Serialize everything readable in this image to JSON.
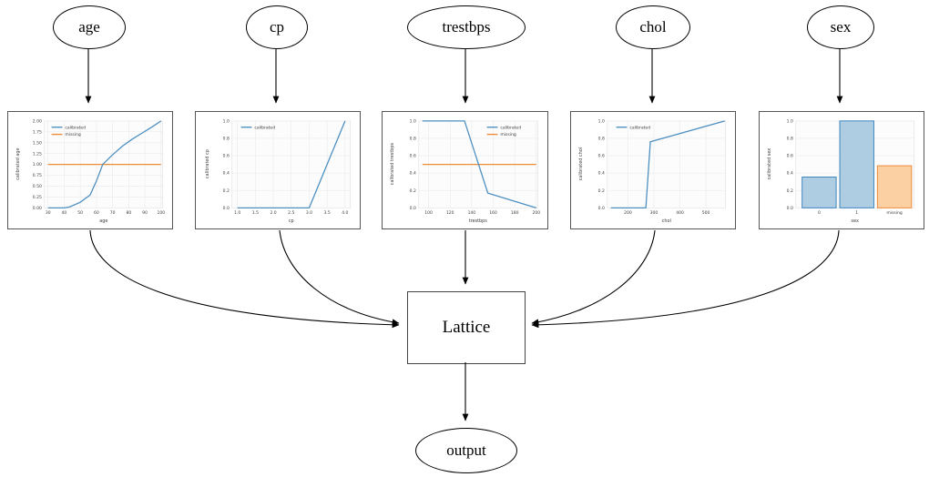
{
  "graph": {
    "feature_nodes": [
      {
        "id": "age",
        "label": "age"
      },
      {
        "id": "cp",
        "label": "cp"
      },
      {
        "id": "trestbps",
        "label": "trestbps"
      },
      {
        "id": "chol",
        "label": "chol"
      },
      {
        "id": "sex",
        "label": "sex"
      }
    ],
    "lattice_label": "Lattice",
    "output_label": "output"
  },
  "colors": {
    "calibrated": "#4c8fc0",
    "missing": "#ef8a37",
    "bar_blue_fill": "#aecde3",
    "bar_blue_edge": "#3c84bc",
    "bar_orange_fill": "#fbd0a2",
    "bar_orange_edge": "#ed8a3b",
    "axis_text": "#3b3b3b",
    "grid": "#e9eaec",
    "node_stroke": "#000000",
    "box_stroke": "#555555"
  },
  "legend": {
    "calibrated": "calibrated",
    "missing": "missing"
  },
  "chart_data": [
    {
      "type": "line",
      "id": "age",
      "xlabel": "age",
      "ylabel": "calibrated age",
      "xlim": [
        30,
        101
      ],
      "ylim": [
        0.0,
        2.0
      ],
      "xticks": [
        30,
        40,
        50,
        60,
        70,
        80,
        90,
        100
      ],
      "yticks": [
        "0.00",
        "0.25",
        "0.50",
        "0.75",
        "1.00",
        "1.25",
        "1.50",
        "1.75",
        "2.00"
      ],
      "legend": [
        "calibrated",
        "missing"
      ],
      "legend_position": "upper left",
      "series": [
        {
          "name": "calibrated",
          "color": "#4c8fc0",
          "x": [
            30,
            36,
            41,
            45,
            50,
            55,
            60,
            64,
            70,
            76,
            82,
            88,
            94,
            101
          ],
          "y": [
            0.0,
            0.0,
            0.0,
            0.02,
            0.13,
            0.3,
            0.62,
            1.0,
            1.22,
            1.42,
            1.58,
            1.72,
            1.86,
            2.0
          ]
        },
        {
          "name": "missing",
          "color": "#ef8a37",
          "x": [
            30,
            101
          ],
          "y": [
            1.0,
            1.0
          ]
        }
      ]
    },
    {
      "type": "line",
      "id": "cp",
      "xlabel": "cp",
      "ylabel": "calibrated cp",
      "xlim": [
        1.0,
        4.0
      ],
      "ylim": [
        0.0,
        1.0
      ],
      "xticks": [
        "1.0",
        "1.5",
        "2.0",
        "2.5",
        "3.0",
        "3.5",
        "4.0"
      ],
      "yticks": [
        "0.0",
        "0.2",
        "0.4",
        "0.6",
        "0.8",
        "1.0"
      ],
      "legend": [
        "calibrated"
      ],
      "legend_position": "upper left",
      "series": [
        {
          "name": "calibrated",
          "color": "#4c8fc0",
          "x": [
            1.0,
            2.0,
            3.0,
            4.0
          ],
          "y": [
            0.0,
            0.0,
            0.0,
            1.0
          ]
        }
      ]
    },
    {
      "type": "line",
      "id": "trestbps",
      "xlabel": "trestbps",
      "ylabel": "calibrated trestbps",
      "xlim": [
        94,
        202
      ],
      "ylim": [
        0.0,
        1.0
      ],
      "xticks": [
        100,
        120,
        140,
        160,
        180,
        200
      ],
      "yticks": [
        "0.0",
        "0.2",
        "0.4",
        "0.6",
        "0.8",
        "1.0"
      ],
      "legend": [
        "calibrated",
        "missing"
      ],
      "legend_position": "upper right",
      "series": [
        {
          "name": "calibrated",
          "color": "#4c8fc0",
          "x": [
            94,
            133,
            155,
            202
          ],
          "y": [
            1.0,
            1.0,
            0.17,
            0.0
          ]
        },
        {
          "name": "missing",
          "color": "#ef8a37",
          "x": [
            94,
            202
          ],
          "y": [
            0.5,
            0.5
          ]
        }
      ]
    },
    {
      "type": "line",
      "id": "chol",
      "xlabel": "chol",
      "ylabel": "calibrated chol",
      "xlim": [
        130,
        572
      ],
      "ylim": [
        0.0,
        1.0
      ],
      "xticks": [
        200,
        300,
        400,
        500
      ],
      "yticks": [
        "0.0",
        "0.2",
        "0.4",
        "0.6",
        "0.8",
        "1.0"
      ],
      "legend": [
        "calibrated"
      ],
      "legend_position": "upper left",
      "series": [
        {
          "name": "calibrated",
          "color": "#4c8fc0",
          "x": [
            130,
            268,
            286,
            572
          ],
          "y": [
            0.0,
            0.0,
            0.76,
            1.0
          ]
        }
      ]
    },
    {
      "type": "bar",
      "id": "sex",
      "xlabel": "sex",
      "ylabel": "calibrated sex",
      "ylim": [
        0.0,
        1.0
      ],
      "yticks": [
        "0.0",
        "0.2",
        "0.4",
        "0.6",
        "0.8",
        "1.0"
      ],
      "categories": [
        "0",
        "1",
        "missing"
      ],
      "values": [
        0.355,
        1.0,
        0.485
      ],
      "bar_colors": [
        "#aecde3",
        "#aecde3",
        "#fbd0a2"
      ],
      "bar_edges": [
        "#3c84bc",
        "#3c84bc",
        "#ed8a3b"
      ]
    }
  ]
}
